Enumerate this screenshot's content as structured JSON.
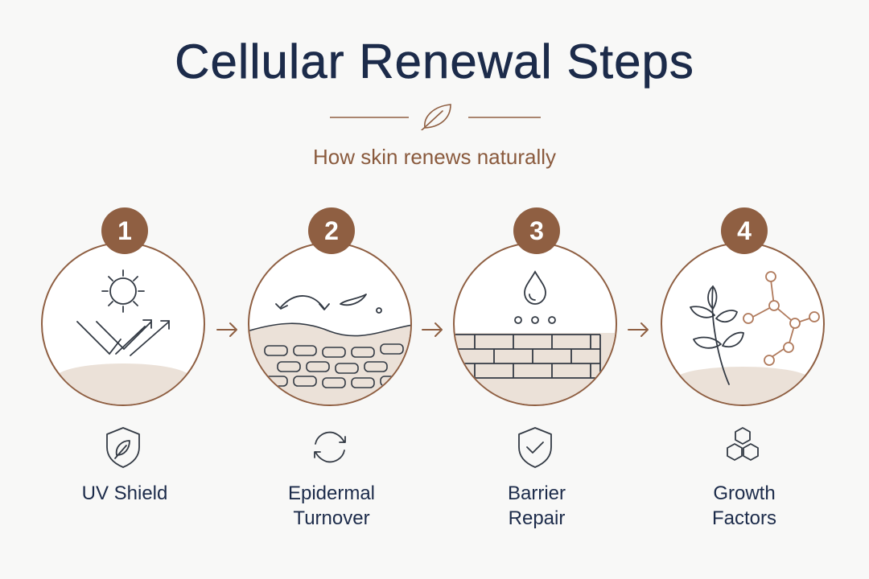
{
  "title": "Cellular Renewal Steps",
  "subtitle": "How skin renews naturally",
  "colors": {
    "navy": "#1c2b4a",
    "brown": "#8f5f42",
    "beige": "#ebe1d8"
  },
  "steps": [
    {
      "number": "1",
      "label": "UV Shield",
      "illustration": "sun-uv-rays-icon",
      "icon": "shield-leaf-icon"
    },
    {
      "number": "2",
      "label": "Epidermal\nTurnover",
      "illustration": "skin-cell-layers-icon",
      "icon": "refresh-cycle-icon"
    },
    {
      "number": "3",
      "label": "Barrier\nRepair",
      "illustration": "water-drop-brick-wall-icon",
      "icon": "shield-check-icon"
    },
    {
      "number": "4",
      "label": "Growth\nFactors",
      "illustration": "plant-molecule-icon",
      "icon": "hexagon-cluster-icon"
    }
  ]
}
